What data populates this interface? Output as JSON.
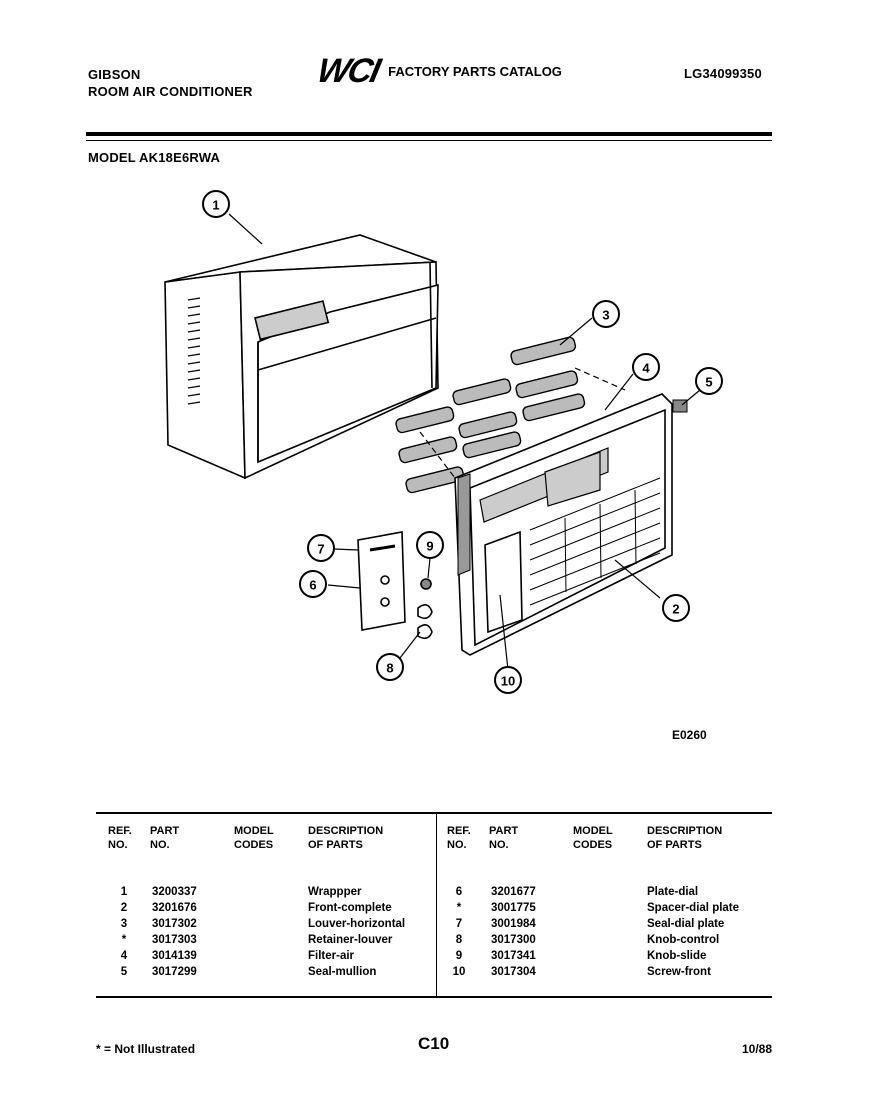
{
  "header": {
    "brand_line1": "GIBSON",
    "brand_line2": "ROOM AIR CONDITIONER",
    "logo_text": "WCI",
    "catalog_title": "FACTORY PARTS CATALOG",
    "catalog_number": "LG34099350"
  },
  "model_label": "MODEL AK18E6RWA",
  "figure_code": "E0260",
  "callouts": [
    "1",
    "2",
    "3",
    "4",
    "5",
    "6",
    "7",
    "8",
    "9",
    "10"
  ],
  "table": {
    "headers": {
      "ref": [
        "REF.",
        "NO."
      ],
      "part": [
        "PART",
        "NO."
      ],
      "codes": [
        "MODEL",
        "CODES"
      ],
      "desc": [
        "DESCRIPTION",
        "OF PARTS"
      ]
    },
    "left_rows": [
      {
        "ref": "1",
        "part": "3200337",
        "desc": "Wrappper"
      },
      {
        "ref": "2",
        "part": "3201676",
        "desc": "Front-complete"
      },
      {
        "ref": "3",
        "part": "3017302",
        "desc": "Louver-horizontal"
      },
      {
        "ref": "*",
        "part": "3017303",
        "desc": "Retainer-louver"
      },
      {
        "ref": "4",
        "part": "3014139",
        "desc": "Filter-air"
      },
      {
        "ref": "5",
        "part": "3017299",
        "desc": "Seal-mullion"
      }
    ],
    "right_rows": [
      {
        "ref": "6",
        "part": "3201677",
        "desc": "Plate-dial"
      },
      {
        "ref": "*",
        "part": "3001775",
        "desc": "Spacer-dial plate"
      },
      {
        "ref": "7",
        "part": "3001984",
        "desc": "Seal-dial plate"
      },
      {
        "ref": "8",
        "part": "3017300",
        "desc": "Knob-control"
      },
      {
        "ref": "9",
        "part": "3017341",
        "desc": "Knob-slide"
      },
      {
        "ref": "10",
        "part": "3017304",
        "desc": "Screw-front"
      }
    ]
  },
  "footer": {
    "note": "* = Not Illustrated",
    "page": "C10",
    "date": "10/88"
  }
}
